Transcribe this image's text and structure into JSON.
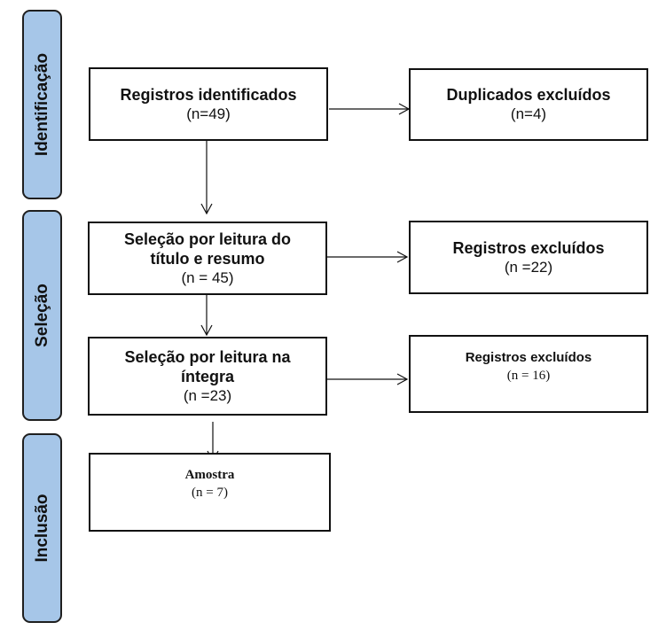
{
  "phases": {
    "identificacao": "Identificação",
    "selecao": "Seleção",
    "inclusao": "Inclusão"
  },
  "boxes": {
    "registros_identificados": {
      "title": "Registros identificados",
      "count": "(n=49)"
    },
    "duplicados_excluidos": {
      "title": "Duplicados excluídos",
      "count": "(n=4)"
    },
    "selecao_titulo_resumo": {
      "title_line1": "Seleção por leitura do",
      "title_line2": "título e resumo",
      "count": "(n = 45)"
    },
    "registros_excluidos_1": {
      "title": "Registros excluídos",
      "count": "(n =22)"
    },
    "selecao_integra": {
      "title_line1": "Seleção por leitura na",
      "title_line2": "íntegra",
      "count": "(n =23)"
    },
    "registros_excluidos_2": {
      "title": "Registros excluídos",
      "count": "(n = 16)"
    },
    "amostra": {
      "title": "Amostra",
      "count": "(n = 7)"
    }
  },
  "colors": {
    "phase_fill": "#a6c6e8",
    "border": "#111111"
  }
}
